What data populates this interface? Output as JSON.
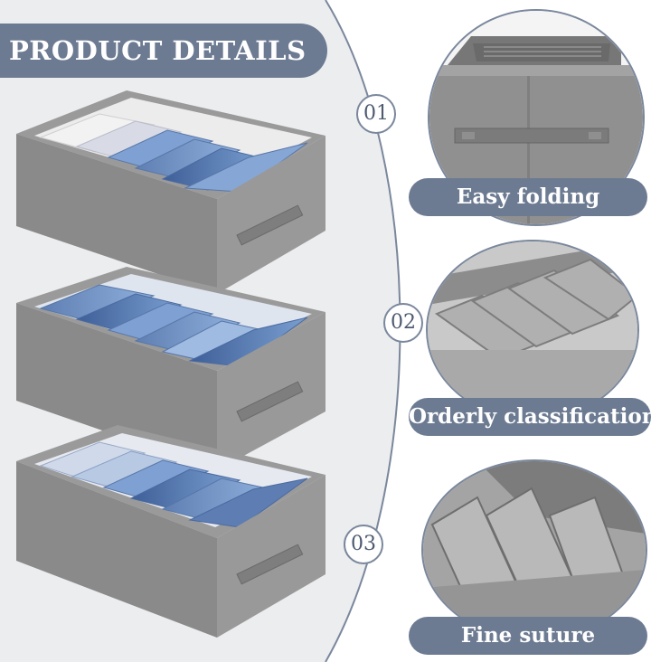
{
  "banner": {
    "title": "PRODUCT DETAILS"
  },
  "features": [
    {
      "number": "01",
      "label": "Easy folding"
    },
    {
      "number": "02",
      "label": "Orderly classification"
    },
    {
      "number": "03",
      "label": "Fine suture"
    }
  ],
  "colors": {
    "accent": "#6d7b92",
    "curve_bg": "#ecedef",
    "box_gray": "#8e8e8e",
    "denim": "#6f8fc0"
  }
}
